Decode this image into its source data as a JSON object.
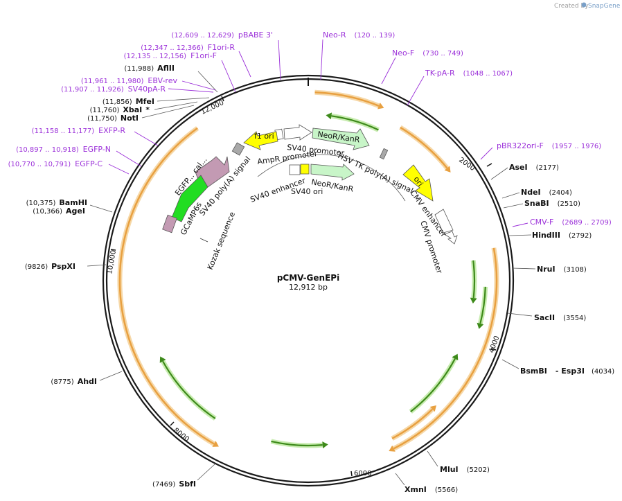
{
  "branding": {
    "created_by": "Created by",
    "app": "SnapGene"
  },
  "plasmid": {
    "name": "pCMV-GenEPi",
    "length_text": "12,912 bp"
  },
  "ruler_ticks": [
    "2000",
    "4000",
    "6000",
    "8000",
    "10,000",
    "12,000"
  ],
  "enzymes": [
    {
      "id": "aflII",
      "name": "AflII",
      "pos": "(11,988)"
    },
    {
      "id": "mfeI",
      "name": "MfeI",
      "pos": "(11,856)"
    },
    {
      "id": "xbaI",
      "name": "XbaI",
      "mark": "*",
      "pos": "(11,760)"
    },
    {
      "id": "notI",
      "name": "NotI",
      "pos": "(11,750)"
    },
    {
      "id": "bamHI",
      "name": "BamHI",
      "pos": "(10,375)"
    },
    {
      "id": "ageI",
      "name": "AgeI",
      "pos": "(10,366)"
    },
    {
      "id": "pspXI",
      "name": "PspXI",
      "pos": "(9826)"
    },
    {
      "id": "ahdI",
      "name": "AhdI",
      "pos": "(8775)"
    },
    {
      "id": "sbfI",
      "name": "SbfI",
      "pos": "(7469)"
    },
    {
      "id": "xmnI",
      "name": "XmnI",
      "pos": "(5566)"
    },
    {
      "id": "mluI",
      "name": "MluI",
      "pos": "(5202)"
    },
    {
      "id": "bsmBI",
      "name": "BsmBI",
      "name2": "- Esp3I",
      "pos": "(4034)"
    },
    {
      "id": "sacII",
      "name": "SacII",
      "pos": "(3554)"
    },
    {
      "id": "nruI",
      "name": "NruI",
      "pos": "(3108)"
    },
    {
      "id": "hindIII",
      "name": "HindIII",
      "pos": "(2792)"
    },
    {
      "id": "snaBI",
      "name": "SnaBI",
      "pos": "(2510)"
    },
    {
      "id": "ndeI",
      "name": "NdeI",
      "pos": "(2404)"
    },
    {
      "id": "aseI",
      "name": "AseI",
      "pos": "(2177)"
    }
  ],
  "primers": [
    {
      "id": "pbabe3",
      "name": "pBABE 3'",
      "pos": "(12,609 .. 12,629)"
    },
    {
      "id": "f1oriR",
      "name": "F1ori-R",
      "pos": "(12,347 .. 12,366)"
    },
    {
      "id": "f1oriF",
      "name": "F1ori-F",
      "pos": "(12,135 .. 12,156)"
    },
    {
      "id": "ebvrev",
      "name": "EBV-rev",
      "pos": "(11,961 .. 11,980)"
    },
    {
      "id": "sv40paR",
      "name": "SV40pA-R",
      "pos": "(11,907 .. 11,926)"
    },
    {
      "id": "exfpR",
      "name": "EXFP-R",
      "pos": "(11,158 .. 11,177)"
    },
    {
      "id": "egfpN",
      "name": "EGFP-N",
      "pos": "(10,897 .. 10,918)"
    },
    {
      "id": "egfpC",
      "name": "EGFP-C",
      "pos": "(10,770 .. 10,791)"
    },
    {
      "id": "neoR",
      "name": "Neo-R",
      "pos": "(120 .. 139)"
    },
    {
      "id": "neoF",
      "name": "Neo-F",
      "pos": "(730 .. 749)"
    },
    {
      "id": "tkpaR",
      "name": "TK-pA-R",
      "pos": "(1048 .. 1067)"
    },
    {
      "id": "pbr322",
      "name": "pBR322ori-F",
      "pos": "(1957 .. 1976)"
    },
    {
      "id": "cmvF",
      "name": "CMV-F",
      "pos": "(2689 .. 2709)"
    }
  ],
  "features": {
    "neo_kan_1": "NeoR/KanR",
    "neo_kan_2": "NeoR/KanR",
    "ori": "ori",
    "f1_ori": "f1 ori",
    "ampr_promoter": "AmpR promoter",
    "sv40_promoter": "SV40 promoter",
    "hsv_tk": "HSV TK poly(A) signal",
    "cmv_enhancer": "CMV enhancer",
    "cmv_promoter": "CMV promoter",
    "sv40_enhancer": "SV40 enhancer",
    "sv40_ori": "SV40 ori",
    "sv40_polya": "SV40 poly(A) signal",
    "egfp_cal": "EGFP... cal...",
    "gcamp6s": "GCaMP6s",
    "kozak": "Kozak sequence"
  },
  "colors": {
    "backbone": "#1a1a1a",
    "orf_orange": "#e8a040",
    "orf_glow": "#f6d8a8",
    "green_arrow": "#3d8a1a",
    "green_glow": "#c8ecb0",
    "neo": "#c8f5c8",
    "ori": "#ffff00",
    "egfp": "#22dd22",
    "calmod": "#c39ab3",
    "primer": "#9b30d9"
  }
}
